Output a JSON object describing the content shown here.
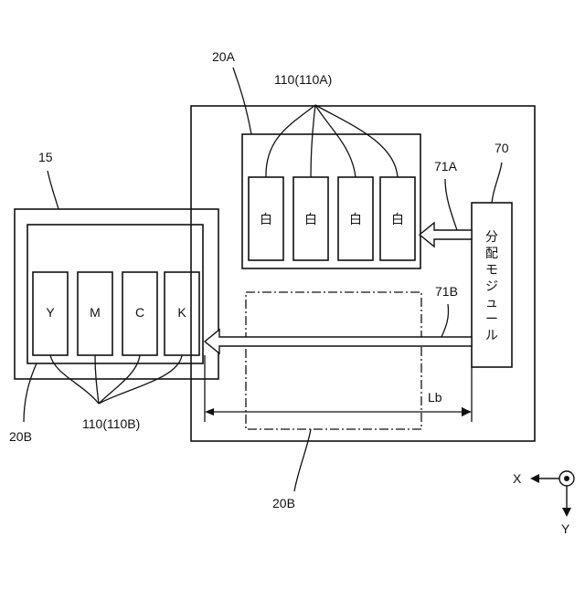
{
  "labels": {
    "ref_20A": "20A",
    "ref_110A": "110(110A)",
    "ref_70": "70",
    "ref_71A": "71A",
    "ref_15": "15",
    "ref_71B": "71B",
    "ref_20B_left": "20B",
    "ref_110B": "110(110B)",
    "ref_Lb": "Lb",
    "ref_20B_bottom": "20B"
  },
  "white_cartridges": [
    "白",
    "白",
    "白",
    "白"
  ],
  "color_cartridges": [
    "Y",
    "M",
    "C",
    "K"
  ],
  "distribution_module": [
    "分",
    "配",
    "モ",
    "ジ",
    "ュ",
    "ー",
    "ル"
  ],
  "axes": {
    "x": "X",
    "y": "Y"
  },
  "colors": {
    "ink": "#111111",
    "background": "#ffffff"
  }
}
